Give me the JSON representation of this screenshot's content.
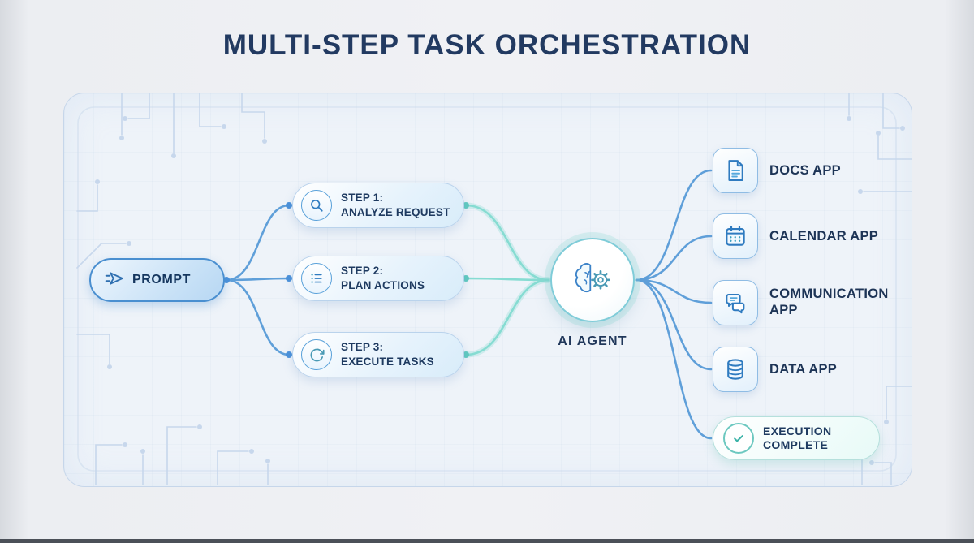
{
  "title": "MULTI-STEP TASK ORCHESTRATION",
  "prompt": {
    "label": "PROMPT",
    "icon": "send-icon"
  },
  "steps": [
    {
      "line1": "STEP 1:",
      "line2": "ANALYZE REQUEST",
      "icon": "search-icon"
    },
    {
      "line1": "STEP 2:",
      "line2": "PLAN ACTIONS",
      "icon": "list-icon"
    },
    {
      "line1": "STEP 3:",
      "line2": "EXECUTE TASKS",
      "icon": "refresh-icon"
    }
  ],
  "agent": {
    "label": "AI AGENT",
    "icon": "brain-gear-icon"
  },
  "apps": [
    {
      "label": "DOCS APP",
      "icon": "document-icon"
    },
    {
      "label": "CALENDAR APP",
      "icon": "calendar-icon"
    },
    {
      "label": "COMMUNICATION APP",
      "icon": "chat-bubbles-icon"
    },
    {
      "label": "DATA APP",
      "icon": "database-icon"
    }
  ],
  "completion": {
    "line1": "EXECUTION",
    "line2": "COMPLETE",
    "icon": "check-icon"
  },
  "colors": {
    "accent_blue": "#4a90d9",
    "accent_teal": "#6fd3c8",
    "title_navy": "#223a61"
  }
}
